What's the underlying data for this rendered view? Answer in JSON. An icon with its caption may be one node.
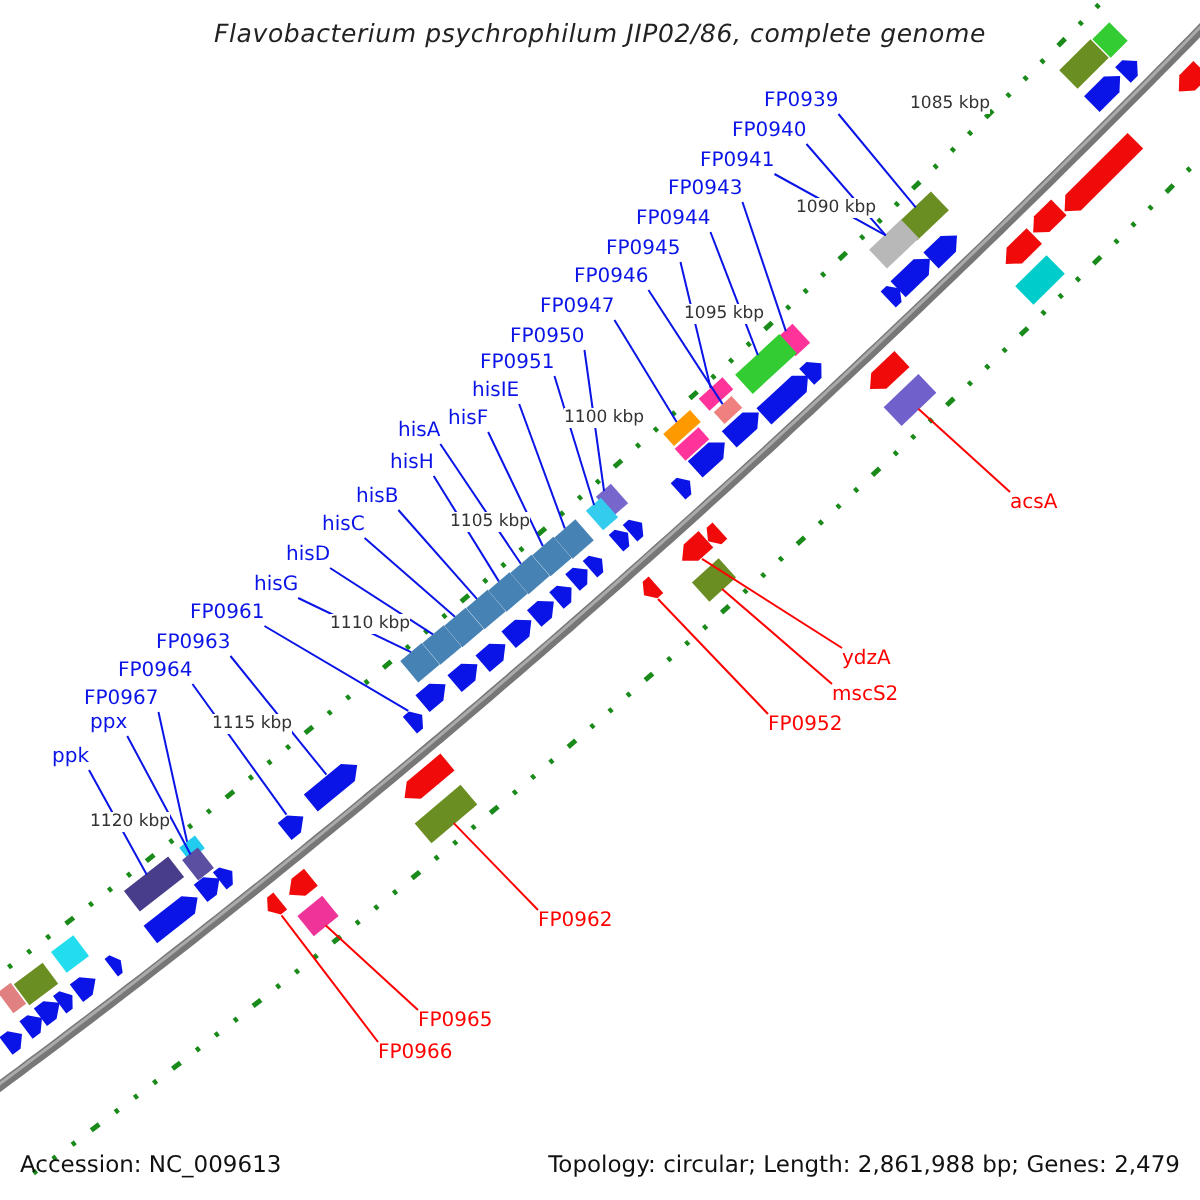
{
  "diagram": {
    "title": "Flavobacterium psychrophilum JIP02/86, complete genome",
    "nodes": [
      {
        "text": [
          "FP0939"
        ]
      },
      {
        "text": [
          "FP0940"
        ]
      },
      {
        "text": [
          "FP0941"
        ]
      },
      {
        "text": [
          "FP0943"
        ]
      },
      {
        "text": [
          "FP0944"
        ]
      },
      {
        "text": [
          "FP0945"
        ]
      },
      {
        "text": [
          "FP0946"
        ]
      },
      {
        "text": [
          "FP0947"
        ]
      },
      {
        "text": [
          "FP0950"
        ]
      },
      {
        "text": [
          "FP0951"
        ]
      },
      {
        "text": [
          "hisIE"
        ]
      },
      {
        "text": [
          "hisF"
        ]
      },
      {
        "text": [
          "hisA"
        ]
      },
      {
        "text": [
          "hisH"
        ]
      },
      {
        "text": [
          "hisB"
        ]
      },
      {
        "text": [
          "hisC"
        ]
      },
      {
        "text": [
          "hisD"
        ]
      },
      {
        "text": [
          "hisG"
        ]
      },
      {
        "text": [
          "FP0961"
        ]
      },
      {
        "text": [
          "FP0963"
        ]
      },
      {
        "text": [
          "FP0964"
        ]
      },
      {
        "text": [
          "FP0967"
        ]
      },
      {
        "text": [
          "ppx"
        ]
      },
      {
        "text": [
          "ppk"
        ]
      },
      {
        "text": [
          "acsA"
        ]
      },
      {
        "text": [
          "ydzA"
        ]
      },
      {
        "text": [
          "mscS2"
        ]
      },
      {
        "text": [
          "FP0952"
        ]
      },
      {
        "text": [
          "FP0962"
        ]
      },
      {
        "text": [
          "FP0965"
        ]
      },
      {
        "text": [
          "FP0966"
        ]
      },
      {
        "text": [],
        "shape": "bar"
      },
      {
        "text": [],
        "shape": "bar"
      },
      {
        "text": [],
        "shape": "arrow"
      },
      {
        "text": [],
        "shape": "bar"
      },
      {
        "text": [],
        "shape": "bar"
      },
      {
        "text": [],
        "shape": "bar"
      },
      {
        "text": [],
        "shape": "bar"
      },
      {
        "text": [],
        "shape": "bar"
      },
      {
        "text": [],
        "shape": "bar"
      },
      {
        "text": [],
        "shape": "bar"
      },
      {
        "text": [],
        "shape": "bar"
      },
      {
        "text": [],
        "shape": "bar"
      },
      {
        "text": [],
        "shape": "bar"
      },
      {
        "text": [],
        "shape": "bar"
      },
      {
        "text": [],
        "shape": "bar"
      },
      {
        "text": [],
        "shape": "bar"
      },
      {
        "text": [],
        "shape": "bar"
      },
      {
        "text": [],
        "shape": "bar"
      },
      {
        "text": [],
        "shape": "arrow"
      },
      {
        "text": [],
        "shape": "arrow"
      },
      {
        "text": [],
        "shape": "arrow"
      },
      {
        "text": [],
        "shape": "bar"
      },
      {
        "text": [],
        "shape": "bar"
      },
      {
        "text": [],
        "shape": "bar"
      },
      {
        "text": [],
        "shape": "bar"
      },
      {
        "text": [],
        "shape": "arrow"
      },
      {
        "text": [],
        "shape": "bar"
      },
      {
        "text": [],
        "shape": "arrow"
      },
      {
        "text": [],
        "shape": "bar"
      },
      {
        "text": [],
        "shape": "bar"
      },
      {
        "text": [],
        "shape": "arrow"
      },
      {
        "text": [],
        "shape": "bar"
      },
      {
        "text": [],
        "shape": "bar"
      },
      {
        "text": [],
        "shape": "arrow"
      },
      {
        "text": [],
        "shape": "arrow"
      },
      {
        "text": [],
        "shape": "arrow"
      },
      {
        "text": [],
        "shape": "arrow"
      },
      {
        "text": [],
        "shape": "arrow"
      },
      {
        "text": [],
        "shape": "arrow"
      },
      {
        "text": [],
        "shape": "bar"
      },
      {
        "text": [],
        "shape": "arrow"
      },
      {
        "text": [],
        "shape": "arrow"
      },
      {
        "text": [],
        "shape": "arrow"
      },
      {
        "text": [],
        "shape": "arrow"
      },
      {
        "text": [],
        "shape": "arrow"
      },
      {
        "text": [],
        "shape": "bar"
      },
      {
        "text": [],
        "shape": "arrow"
      },
      {
        "text": [],
        "shape": "arrow"
      },
      {
        "text": [],
        "shape": "arrow"
      },
      {
        "text": [],
        "shape": "arrow"
      },
      {
        "text": [],
        "shape": "arrow"
      },
      {
        "text": [],
        "shape": "arrow"
      },
      {
        "text": [],
        "shape": "arrow"
      },
      {
        "text": [],
        "shape": "arrow"
      },
      {
        "text": [],
        "shape": "arrow"
      },
      {
        "text": [],
        "shape": "arrow"
      },
      {
        "text": [],
        "shape": "arrow"
      },
      {
        "text": [],
        "shape": "arrow"
      },
      {
        "text": [],
        "shape": "arrow"
      },
      {
        "text": [],
        "shape": "arrow"
      },
      {
        "text": [],
        "shape": "arrow"
      },
      {
        "text": [],
        "shape": "arrow"
      },
      {
        "text": [],
        "shape": "arrow"
      },
      {
        "text": [],
        "shape": "bar"
      },
      {
        "text": [],
        "shape": "bar"
      },
      {
        "text": [],
        "shape": "bar"
      },
      {
        "text": [],
        "shape": "arrow"
      },
      {
        "text": [],
        "shape": "arrow"
      },
      {
        "text": [],
        "shape": "arrow"
      },
      {
        "text": [],
        "shape": "arrow"
      },
      {
        "text": [],
        "shape": "arrow"
      },
      {
        "text": [],
        "shape": "arrow"
      },
      {
        "text": [],
        "shape": "arrow"
      },
      {
        "text": [],
        "shape": "arrow"
      }
    ],
    "edges": [
      {
        "from": 0,
        "to": 31,
        "arrow": "none"
      },
      {
        "from": 1,
        "to": 32,
        "arrow": "none"
      },
      {
        "from": 2,
        "to": 32,
        "arrow": "none"
      },
      {
        "from": 3,
        "to": 34,
        "arrow": "none"
      },
      {
        "from": 4,
        "to": 35,
        "arrow": "none"
      },
      {
        "from": 5,
        "to": 36,
        "arrow": "none"
      },
      {
        "from": 6,
        "to": 37,
        "arrow": "none"
      },
      {
        "from": 7,
        "to": 38,
        "arrow": "none"
      },
      {
        "from": 8,
        "to": 39,
        "arrow": "none"
      },
      {
        "from": 9,
        "to": 40,
        "arrow": "none"
      },
      {
        "from": 10,
        "to": 41,
        "arrow": "none"
      },
      {
        "from": 11,
        "to": 42,
        "arrow": "none"
      },
      {
        "from": 12,
        "to": 43,
        "arrow": "none"
      },
      {
        "from": 13,
        "to": 44,
        "arrow": "none"
      },
      {
        "from": 14,
        "to": 45,
        "arrow": "none"
      },
      {
        "from": 15,
        "to": 46,
        "arrow": "none"
      },
      {
        "from": 16,
        "to": 47,
        "arrow": "none"
      },
      {
        "from": 17,
        "to": 48,
        "arrow": "none"
      },
      {
        "from": 18,
        "to": 49,
        "arrow": "none"
      },
      {
        "from": 19,
        "to": 50,
        "arrow": "none"
      },
      {
        "from": 20,
        "to": 51,
        "arrow": "none"
      },
      {
        "from": 21,
        "to": 52,
        "arrow": "none"
      },
      {
        "from": 22,
        "to": 53,
        "arrow": "none"
      },
      {
        "from": 23,
        "to": 54,
        "arrow": "none"
      },
      {
        "from": 24,
        "to": 55,
        "arrow": "none",
        "color": "#ff0000"
      },
      {
        "from": 25,
        "to": 56,
        "arrow": "none",
        "color": "#ff0000"
      },
      {
        "from": 26,
        "to": 57,
        "arrow": "none",
        "color": "#ff0000"
      },
      {
        "from": 27,
        "to": 58,
        "arrow": "none",
        "color": "#ff0000"
      },
      {
        "from": 28,
        "to": 59,
        "arrow": "none",
        "color": "#ff0000"
      },
      {
        "from": 29,
        "to": 60,
        "arrow": "none",
        "color": "#ff0000"
      },
      {
        "from": 30,
        "to": 61,
        "arrow": "none",
        "color": "#ff0000"
      }
    ],
    "labels": [
      "1085 kbp",
      "1090 kbp",
      "1095 kbp",
      "1100 kbp",
      "1105 kbp",
      "1110 kbp",
      "1115 kbp",
      "1120 kbp",
      "Accession: NC_009613",
      "Topology: circular; Length: 2,861,988 bp; Genes: 2,479"
    ]
  }
}
